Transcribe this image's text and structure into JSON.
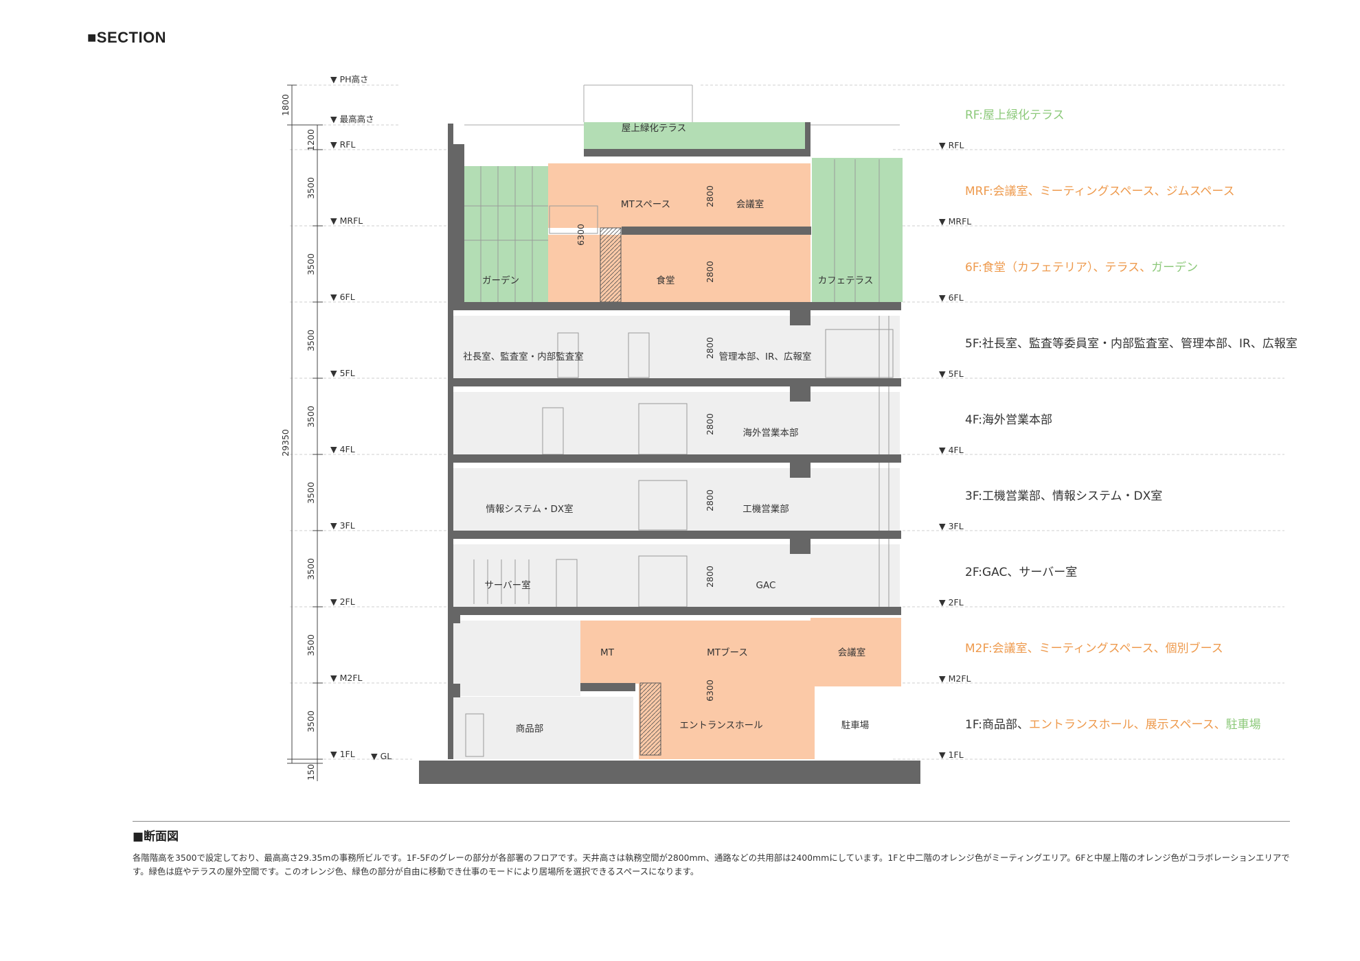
{
  "page": {
    "title": "■SECTION"
  },
  "levels_left": {
    "ph": "PH高さ",
    "max": "最高高さ",
    "rfl": "RFL",
    "mrfl": "MRFL",
    "f6": "6FL",
    "f5": "5FL",
    "f4": "4FL",
    "f3": "3FL",
    "f2": "2FL",
    "m2": "M2FL",
    "f1": "1FL",
    "gl": "GL"
  },
  "levels_right": {
    "rfl": "RFL",
    "mrfl": "MRFL",
    "f6": "6FL",
    "f5": "5FL",
    "f4": "4FL",
    "f3": "3FL",
    "f2": "2FL",
    "m2": "M2FL",
    "f1": "1FL"
  },
  "dims": {
    "ph": "1800",
    "parapet": "1200",
    "rf": "3500",
    "mrf": "3500",
    "f5": "3500",
    "f4": "3500",
    "f3": "3500",
    "f2": "3500",
    "m2": "3500",
    "f1": "3500",
    "base": "150",
    "total": "29350",
    "ceil_mrf": "2800",
    "ceil_6f": "2800",
    "ceil_5f": "2800",
    "ceil_4f": "2800",
    "ceil_3f": "2800",
    "ceil_2f": "2800",
    "void_upper": "6300",
    "void_lower": "6300"
  },
  "rooms": {
    "roof_terrace": "屋上緑化テラス",
    "mt_space": "MTスペース",
    "meeting_mrf": "会議室",
    "garden": "ガーデン",
    "cafeteria": "食堂",
    "cafe_terrace": "カフェテラス",
    "president": "社長室、監査室・内部監査室",
    "management": "管理本部、IR、広報室",
    "overseas": "海外営業本部",
    "infosys": "情報システム・DX室",
    "machinery": "工機営業部",
    "server": "サーバー室",
    "gac": "GAC",
    "mt": "MT",
    "mt_booth": "MTブース",
    "meeting_m2": "会議室",
    "products": "商品部",
    "entrance": "エントランスホール",
    "parking": "駐車場"
  },
  "floor_descriptions": {
    "rf": [
      {
        "text": "RF:屋上緑化テラス",
        "color": "green"
      }
    ],
    "mrf": [
      {
        "text": "MRF:会議室、ミーティングスペース、ジムスペース",
        "color": "orange"
      }
    ],
    "f6": [
      {
        "text": "6F:食堂（カフェテリア）、テラス、",
        "color": "orange"
      },
      {
        "text": "ガーデン",
        "color": "green"
      }
    ],
    "f5": [
      {
        "text": "5F:社長室、監査等委員室・内部監査室、管理本部、IR、広報室",
        "color": "dark"
      }
    ],
    "f4": [
      {
        "text": "4F:海外営業本部",
        "color": "dark"
      }
    ],
    "f3": [
      {
        "text": "3F:工機営業部、情報システム・DX室",
        "color": "dark"
      }
    ],
    "f2": [
      {
        "text": "2F:GAC、サーバー室",
        "color": "dark"
      }
    ],
    "m2": [
      {
        "text": "M2F:会議室、ミーティングスペース、個別ブース",
        "color": "orange"
      }
    ],
    "f1": [
      {
        "text": "1F:商品部、",
        "color": "dark"
      },
      {
        "text": "エントランスホール、展示スペース、",
        "color": "orange"
      },
      {
        "text": "駐車場",
        "color": "green"
      }
    ]
  },
  "colors": {
    "meeting_orange": "#fbc9a7",
    "outdoor_green": "#b3ddb4",
    "office_gray": "#efefef",
    "structure": "#666666",
    "text_orange": "#ee9a4d",
    "text_green": "#8cc97a"
  },
  "caption": {
    "title": "■断面図",
    "body": "各階階高を3500で設定しており、最高高さ29.35mの事務所ビルです。1F-5Fのグレーの部分が各部署のフロアです。天井高さは執務空間が2800mm、通路などの共用部は2400mmにしています。1Fと中二階のオレンジ色がミーティングエリア。6Fと中屋上階のオレンジ色がコラボレーションエリアです。緑色は庭やテラスの屋外空間です。このオレンジ色、緑色の部分が自由に移動でき仕事のモードにより居場所を選択できるスペースになります。"
  }
}
